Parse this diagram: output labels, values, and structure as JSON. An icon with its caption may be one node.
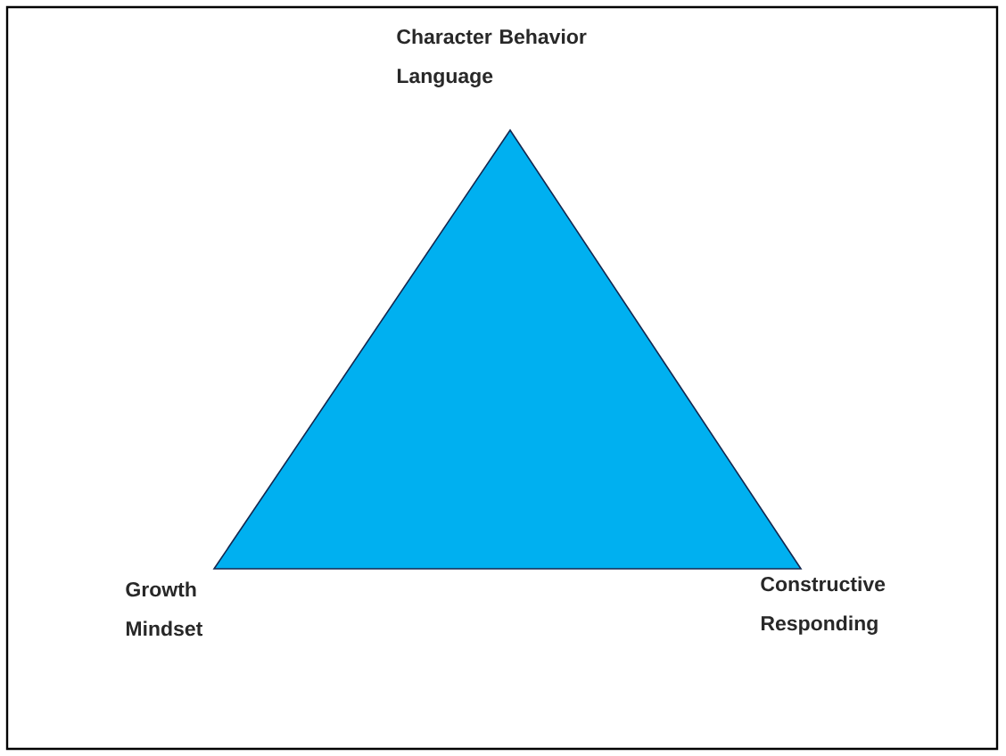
{
  "diagram": {
    "nodes": [
      {
        "text": [],
        "shape": "triangle"
      }
    ],
    "labels": [
      "Character Behavior Language",
      "Growth Mindset",
      "Constructive Responding"
    ]
  }
}
